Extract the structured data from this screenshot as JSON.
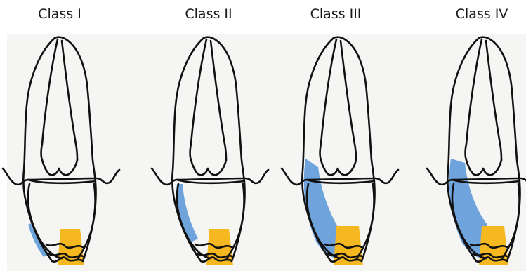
{
  "classes": [
    {
      "label": "Class I"
    },
    {
      "label": "Class II"
    },
    {
      "label": "Class III"
    },
    {
      "label": "Class IV"
    }
  ],
  "colors": {
    "outline": "#111111",
    "bone_loss": "#6ea3dc",
    "gap": "#f6b820",
    "background": "#f5f5f4"
  }
}
